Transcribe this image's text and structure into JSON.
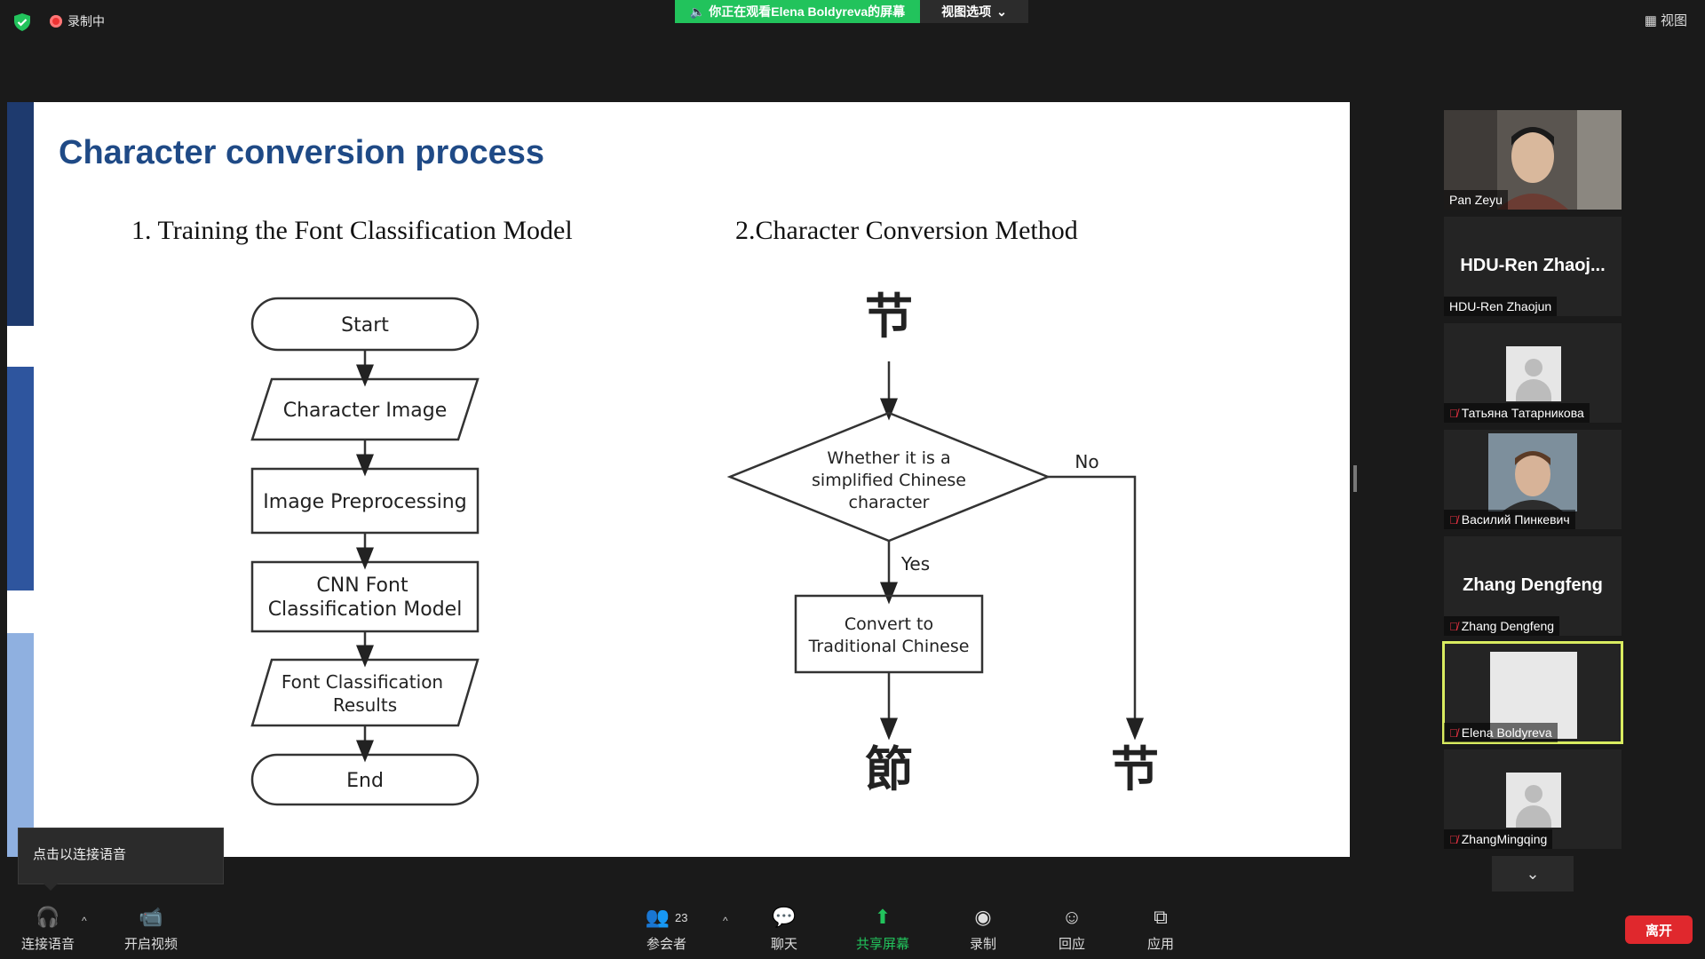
{
  "topbar": {
    "recording_label": "录制中",
    "viewing_banner": "你正在观看Elena  Boldyreva的屏幕",
    "view_options": "视图选项",
    "view_label": "视图"
  },
  "slide": {
    "title": "Character conversion process",
    "section1": "1. Training the Font Classification Model",
    "section2": "2.Character Conversion Method",
    "flow1": {
      "start": "Start",
      "character_image": "Character Image",
      "preprocessing": "Image Preprocessing",
      "cnn_line1": "CNN Font",
      "cnn_line2": "Classification Model",
      "results_line1": "Font Classification",
      "results_line2": "Results",
      "end": "End"
    },
    "flow2": {
      "input_char": "节",
      "decision_line1": "Whether it is a",
      "decision_line2": "simplified Chinese",
      "decision_line3": "character",
      "no_label": "No",
      "yes_label": "Yes",
      "convert_line1": "Convert to",
      "convert_line2": "Traditional Chinese",
      "output_traditional": "節",
      "output_same": "节"
    }
  },
  "participants": [
    {
      "name": "Pan Zeyu",
      "display": "video",
      "muted": false
    },
    {
      "name": "HDU-Ren Zhaojun",
      "big": "HDU-Ren  Zhaoj...",
      "display": "name",
      "muted": false
    },
    {
      "name": "Татьяна Татарникова",
      "display": "avatar",
      "muted": true
    },
    {
      "name": "Василий Пинкевич",
      "display": "video",
      "muted": true
    },
    {
      "name": "Zhang Dengfeng",
      "big": "Zhang Dengfeng",
      "display": "name",
      "muted": true
    },
    {
      "name": "Elena Boldyreva",
      "display": "video",
      "muted": true,
      "active": true
    },
    {
      "name": "ZhangMingqing",
      "display": "avatar",
      "muted": true
    }
  ],
  "toolbar": {
    "audio": "连接语音",
    "video": "开启视频",
    "participants": "参会者",
    "participants_count": "23",
    "chat": "聊天",
    "share": "共享屏幕",
    "record": "录制",
    "reactions": "回应",
    "apps": "应用",
    "leave": "离开"
  },
  "tooltip": "点击以连接语音"
}
